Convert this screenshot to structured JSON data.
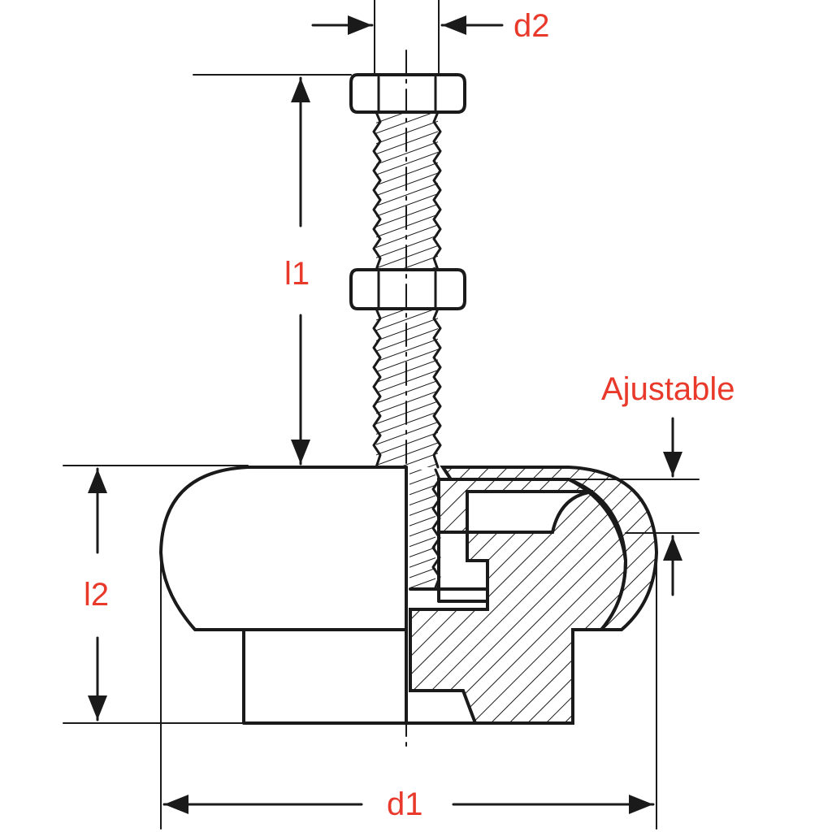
{
  "labels": {
    "d2": "d2",
    "l1": "l1",
    "ajustable": "Ajustable",
    "l2": "l2",
    "d1": "d1"
  },
  "colors": {
    "label": "#e8392b",
    "ink": "#1a1a1a",
    "background": "#ffffff"
  }
}
